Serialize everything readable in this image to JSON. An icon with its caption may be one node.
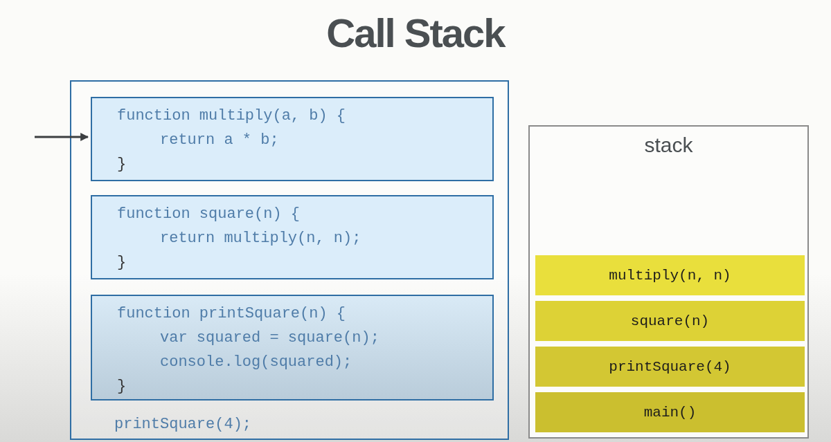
{
  "diagram": {
    "title": "Call Stack",
    "nodes": [
      {
        "text": [
          "printSquare(4);"
        ]
      },
      {
        "text": [
          "function multiply(a, b) {",
          "return a * b;",
          "}"
        ],
        "in": 0
      },
      {
        "text": [
          "function square(n) {",
          "return multiply(n, n);",
          "}"
        ],
        "in": 0
      },
      {
        "text": [
          "function printSquare(n) {",
          "var squared = square(n);",
          "console.log(squared);",
          "}"
        ],
        "in": 0
      },
      {
        "text": [
          "stack"
        ]
      },
      {
        "text": [
          "multiply(n, n)"
        ],
        "in": 4
      },
      {
        "text": [
          "square(n)"
        ],
        "in": 4
      },
      {
        "text": [
          "printSquare(4)"
        ],
        "in": 4
      },
      {
        "text": [
          "main()"
        ],
        "in": 4
      }
    ],
    "edges": [
      {
        "from": null,
        "to": 1,
        "arrow": "to"
      }
    ]
  }
}
